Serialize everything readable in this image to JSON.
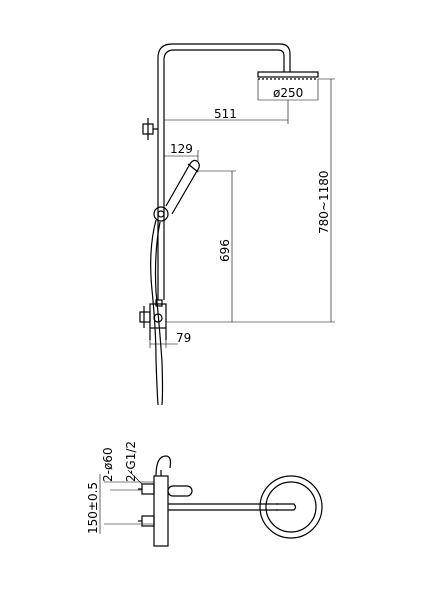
{
  "dimensions": {
    "head_diameter": "ø250",
    "arm_reach": "511",
    "handheld_offset": "129",
    "handheld_height": "696",
    "total_height": "780~1180",
    "outlet_offset": "79",
    "outlet_diameter": "2-ø60",
    "thread_size": "2-G1/2",
    "inlet_spacing": "150±0.5"
  },
  "colors": {
    "line": "#000000",
    "background": "#ffffff"
  }
}
